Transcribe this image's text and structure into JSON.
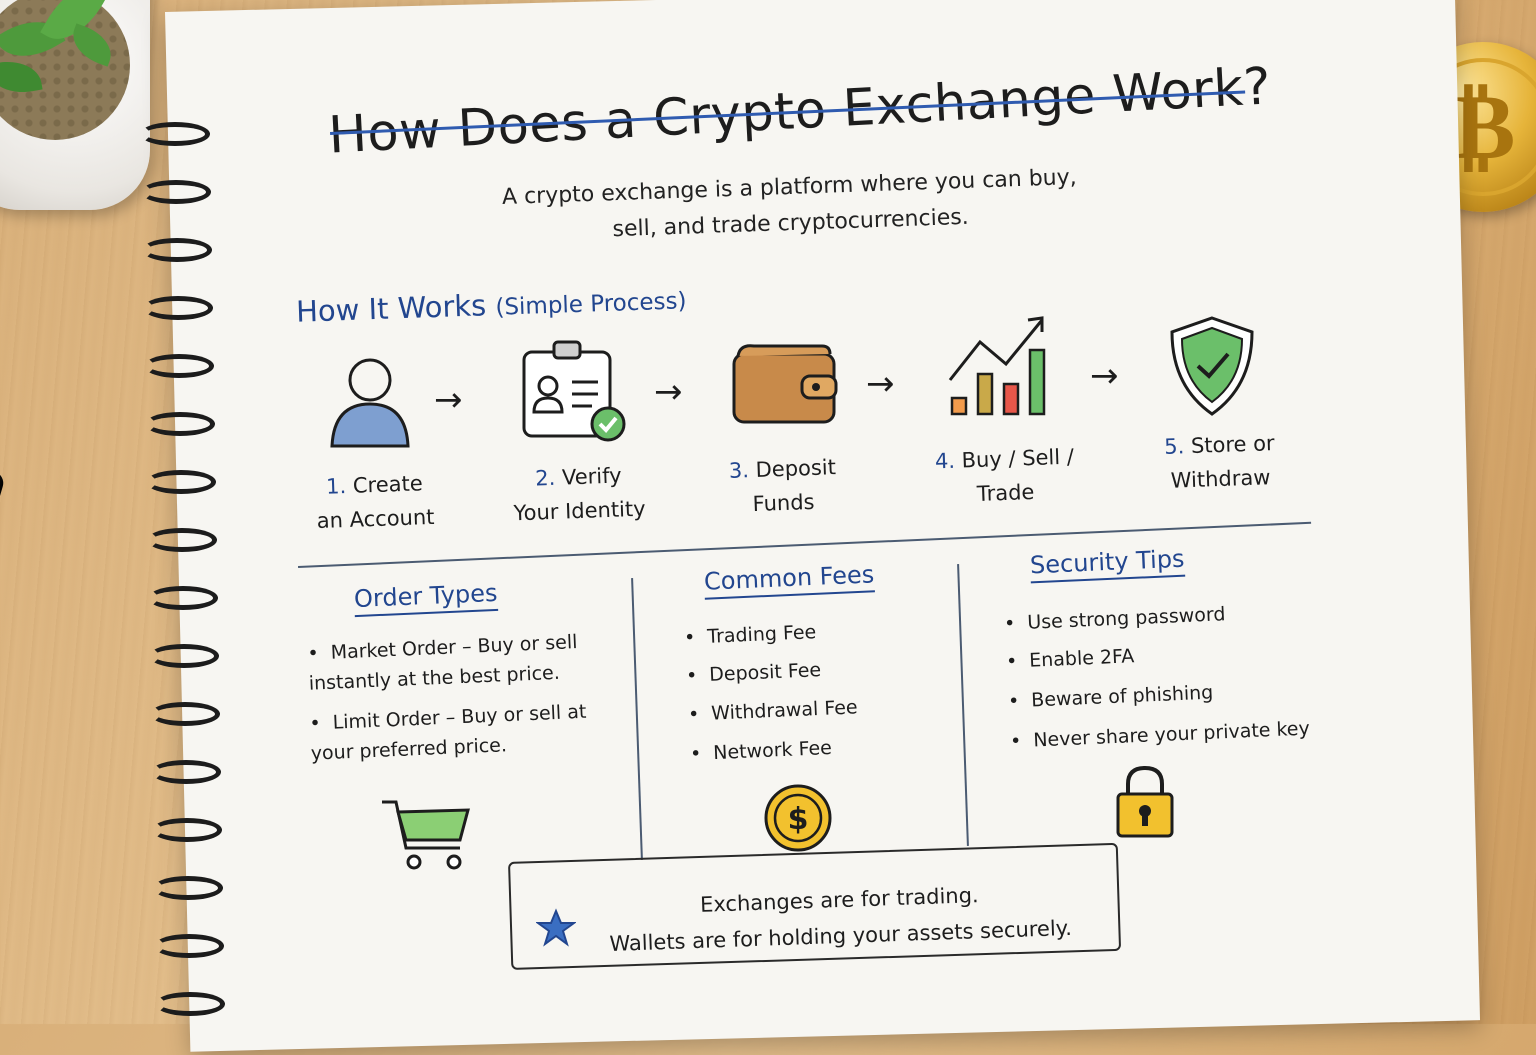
{
  "title": "How Does a Crypto Exchange Work?",
  "intro": "A crypto exchange is a platform where you can buy, sell, and trade cryptocurrencies.",
  "process": {
    "heading": "How It Works",
    "heading_sub": "(Simple Process)",
    "steps": [
      {
        "num": "1.",
        "line1": "Create",
        "line2": "an Account",
        "icon": "user-icon"
      },
      {
        "num": "2.",
        "line1": "Verify",
        "line2": "Your Identity",
        "icon": "id-card-check-icon"
      },
      {
        "num": "3.",
        "line1": "Deposit",
        "line2": "Funds",
        "icon": "wallet-icon"
      },
      {
        "num": "4.",
        "line1": "Buy / Sell /",
        "line2": "Trade",
        "icon": "growth-chart-icon"
      },
      {
        "num": "5.",
        "line1": "Store or",
        "line2": "Withdraw",
        "icon": "shield-check-icon"
      }
    ],
    "arrow": "→"
  },
  "order_types": {
    "heading": "Order Types",
    "items": [
      "Market Order – Buy or sell instantly at the best price.",
      "Limit Order – Buy or sell at your preferred price."
    ],
    "icon": "shopping-cart-icon"
  },
  "fees": {
    "heading": "Common Fees",
    "items": [
      "Trading Fee",
      "Deposit Fee",
      "Withdrawal Fee",
      "Network Fee"
    ],
    "icon": "dollar-coin-icon"
  },
  "security": {
    "heading": "Security Tips",
    "items": [
      "Use strong password",
      "Enable 2FA",
      "Beware of phishing",
      "Never share your private key"
    ],
    "icon": "padlock-icon"
  },
  "note": {
    "line1": "Exchanges are for trading.",
    "line2": "Wallets are for holding your assets securely.",
    "icon": "star-icon"
  },
  "colors": {
    "accent_blue": "#22468f",
    "green": "#6bbf6a",
    "gold": "#f2c12e"
  }
}
